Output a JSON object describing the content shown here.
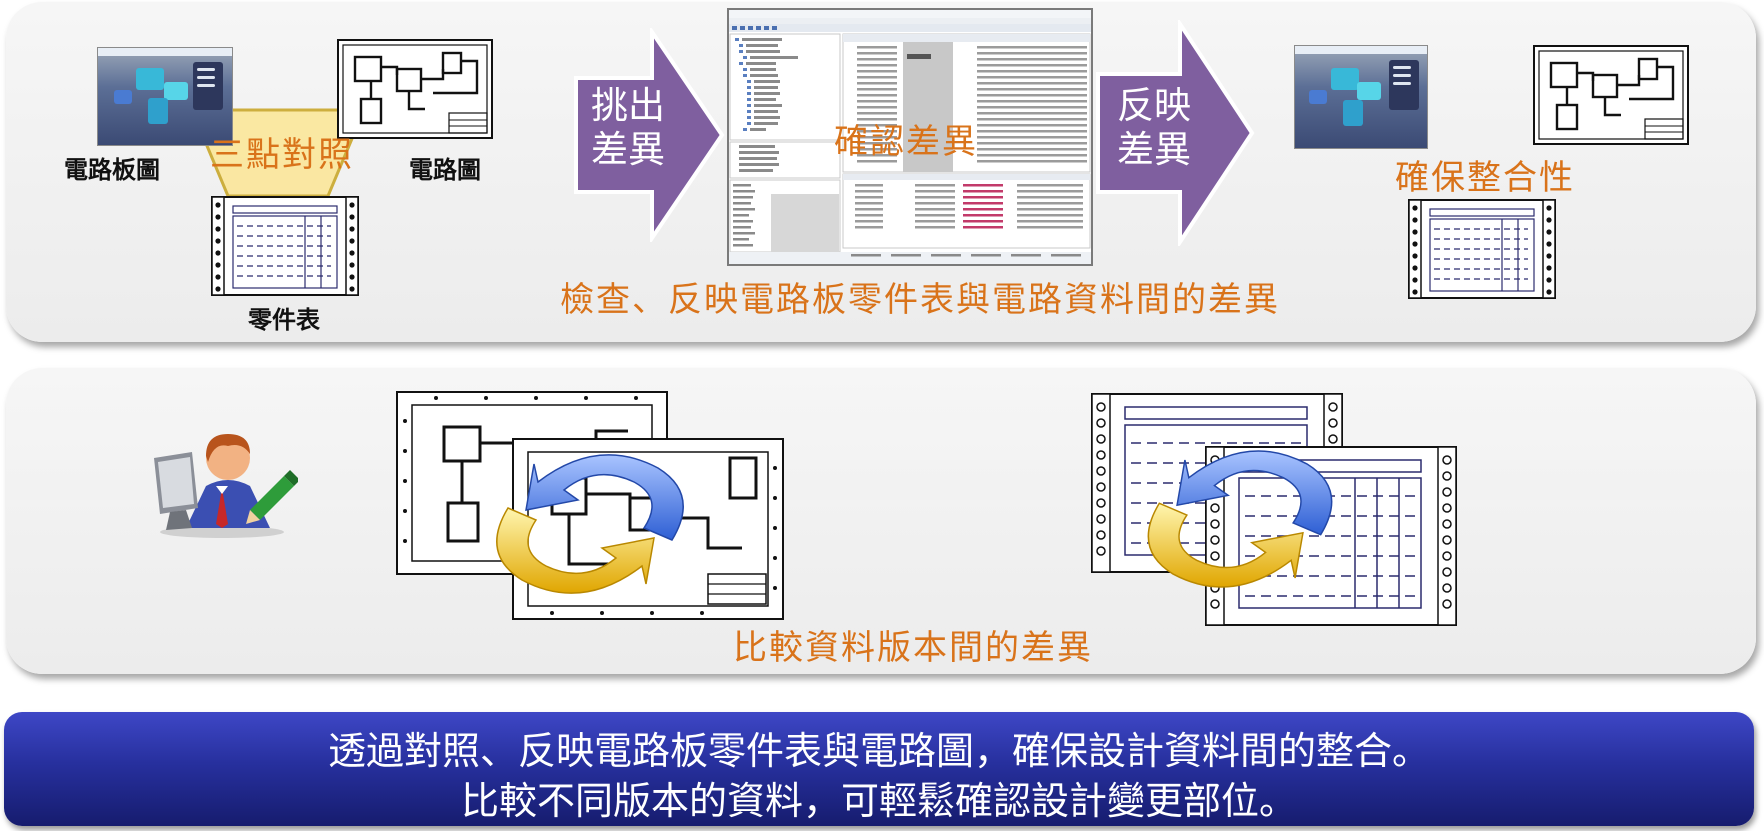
{
  "top_panel": {
    "three_point_label": "三點對照",
    "pcb_drawing_label": "電路板圖",
    "circuit_drawing_label": "電路圖",
    "parts_list_label": "零件表",
    "extract_arrow_text": "挑出差異",
    "confirm_label": "確認差異",
    "reflect_arrow_text": "反映差異",
    "ensure_label": "確保整合性",
    "caption": "檢查、反映電路板零件表與電路資料間的差異"
  },
  "bottom_panel": {
    "caption": "比較資料版本間的差異"
  },
  "footer": {
    "line1": "透過對照、反映電路板零件表與電路圖，確保設計資料間的整合。",
    "line2": "比較不同版本的資料，可輕鬆確認設計變更部位。"
  },
  "colors": {
    "panel_bg": "#f0f0f0",
    "arrow_purple": "#7f5f9f",
    "label_orange": "#d9731a",
    "footer_blue": "#27309e",
    "highlight_yellow": "#fbe79a",
    "line_navy": "#2b2b6e"
  },
  "icons": {
    "designer": "person-at-computer-icon",
    "cycle": "circular-arrows-icon"
  }
}
